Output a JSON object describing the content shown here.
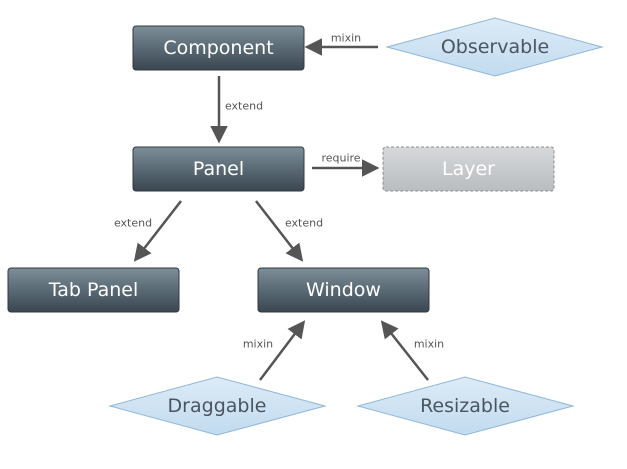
{
  "nodes": {
    "component": "Component",
    "observable": "Observable",
    "panel": "Panel",
    "layer": "Layer",
    "tab_panel": "Tab Panel",
    "window": "Window",
    "draggable": "Draggable",
    "resizable": "Resizable"
  },
  "edges": {
    "observable_to_component": "mixin",
    "component_to_panel": "extend",
    "panel_to_layer": "require",
    "panel_to_tab_panel": "extend",
    "panel_to_window": "extend",
    "draggable_to_window": "mixin",
    "resizable_to_window": "mixin"
  },
  "colors": {
    "class_box_top": "#6e7f8a",
    "class_box_bottom": "#3c4852",
    "layer_box": "#c7cacc",
    "mixin_fill": "#cfe4f4",
    "mixin_stroke": "#8fb8d8",
    "arrow": "#555555"
  }
}
